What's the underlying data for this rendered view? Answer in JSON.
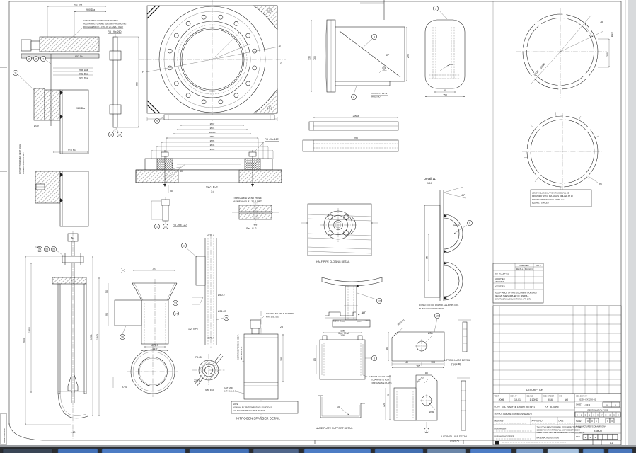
{
  "window": {
    "doc_margin_number": "01193-CX3250-01"
  },
  "colors": {
    "line": "#1c1c1c",
    "paper": "#ffffff",
    "taskbar": "#2c2e31",
    "accent_blue": "#4d7cc4"
  },
  "balloons": {
    "2": "2",
    "3": "3",
    "4": "4",
    "5": "5",
    "6": "6",
    "7": "7",
    "9": "9",
    "10": "10",
    "11": "11",
    "12": "12",
    "13": "13",
    "14": "14",
    "15": "15",
    "16": "16",
    "17": "17",
    "18": "18",
    "19": "19",
    "20": "20",
    "21": "21",
    "22": "22",
    "24": "24",
    "25": "25",
    "26": "26"
  },
  "notes": {
    "seating": [
      "CONCENTRIC CONTINUOUS SEATING",
      "ACCORDING TO ASME B16.5 WITH RESULTING",
      "ROUGHNESS 3.2-6.3 (63-03 µin AARH) ONLY"
    ],
    "vent_rot": [
      "1/2\" NPT THREADED VENT HOLE",
      "ASME/ANSI B1.20.1 NPT"
    ],
    "vent": [
      "THREADED VENT HOLE",
      "ASME/ANSI B1.20.1 NPT"
    ],
    "bolts": [
      "FOR BOLTS 1/2\"x2\"",
      "W/HEX NUT"
    ],
    "insulation": [
      "LENGTH (L) INSULATION RING SHALL BE",
      "PROVIDED W/ 7x6 DIA HOLES DRILLED AT 10",
      "FROM EXTERNAL EDGE AT 250 mm",
      "EQUALLY SPACED"
    ],
    "half_pipe": [
      "1 (ONE) 63.5 O.D. 3.91 THK. HALF PIPE COIL",
      "85 PITCH RIGHT WRAPPED"
    ],
    "rivets": [
      "4-Ø3 DIA HOLES FOR",
      "3 DIA RIVETS FOR",
      "FIXING NAME PLATE"
    ],
    "sparger_adapter": [
      "1/2\" NPT HEX NPT-M ADAPTER",
      "MAT. 316L S.S."
    ],
    "sparger_media": [
      "SINTERED POROUS MEDIA",
      "MAT. 316L S.S."
    ],
    "sparger_flat": [
      "FLAT END",
      "MAT. 316L S.S."
    ],
    "sparger_note": [
      "NOTE:",
      "NOMINAL FILTRATION RATING LIQUID/GAS:",
      "0.05 MICRON ABSOLUTE 8 MICRON"
    ]
  },
  "captions": {
    "sec_ff": "Sec. F-F",
    "sec_gg": "Sec. G-G",
    "sec_ee": "Sec E-E",
    "sec_hh": "Sec. H-H",
    "sec_mm": "Sec. M-M",
    "detail_11": "Detail 11",
    "half_pipe_closing": "HALF PIPE CLOSING DETAIL",
    "nitrogen_sparger": "NITROGEN SPARGER DETAIL",
    "name_plate_support": "NAME PLATE SUPPORT DETAIL",
    "lifting_lugs": "LIFTING LUGS DETAIL",
    "type_a": "(Type A)",
    "type_b": "(Type B)",
    "scale_110": "1:10",
    "scale_14": "1:4",
    "n4": "N4"
  },
  "dims": {
    "d992": "992 Dia",
    "d990": "990 Dia",
    "stud_thread": "7/8 - 9 x 260",
    "d260": "260",
    "d952": "952 Dia",
    "d936": "936 Dia",
    "d932": "932 Dia",
    "d922": "922 Dia",
    "d920": "920 Dia",
    "d910": "910 Dia",
    "d79": "Ø79",
    "d567": "Ø567",
    "d601": "Ø601",
    "d6516": "Ø651.6",
    "d758": "Ø758",
    "d785": "Ø785",
    "d835": "Ø835",
    "d900": "Ø900",
    "thread78": "7/8 - 9 x 120°",
    "a30": "30°",
    "a15": "15°",
    "d8": "Ø8",
    "secF": "F",
    "secG": "G",
    "d705": "705",
    "d735": "735",
    "a45": "45°",
    "d2968": "296.8",
    "d290": "290",
    "d150": "150",
    "d90": "90",
    "a78": "78",
    "d10": "Ø10",
    "d250": "250",
    "d890": "Ø890",
    "d920r": "Ø920",
    "d6": "Ø6",
    "d85": "85",
    "d635": "Ø63.5",
    "d60": "60",
    "d2000": "2000",
    "d1800": "1800",
    "d1961": "1961",
    "d1943": "1943",
    "d170": "170",
    "d185": "185",
    "d779": "Ø77.9",
    "d982": "98.2",
    "d50": "50",
    "d95": "95",
    "d704": "Ø70.4",
    "d5187": "Ø51.87",
    "d502": "Ø50.2",
    "npt12": "1/2\" NPT",
    "d974": "97.4",
    "d7845": "78.45",
    "d2375": "23.75",
    "d190": "190",
    "d25": "25",
    "d60b": "Ø60",
    "d155": "155",
    "d146": "146",
    "d85b": "85",
    "d15": "15",
    "r375": "R(37.5)",
    "d36": "Ø36",
    "d103": "103",
    "d165": "165",
    "d80": "80",
    "d90b": "90",
    "d120": "120",
    "d40": "40"
  },
  "approval": {
    "checked": "CHECKED",
    "date": "DATE",
    "met": "METALL.",
    "mach": "MACHIN.",
    "rows": [
      "NOT ACCEPTED",
      "ACCEPTED",
      "AS NOTED",
      "ACCEPTED"
    ],
    "note": [
      "ACCEPTANCE OF THIS DOCUMENT DOES NOT",
      "RELIEVE THE SUPPLIER OF HIS FULL",
      "CONTRACTUAL OBLIGATIONS. (PR 167)"
    ]
  },
  "revision_table": {
    "description": "DESCRIPTION"
  },
  "title_block": {
    "header_cells": [
      {
        "h": "YEAR",
        "v": "2005"
      },
      {
        "h": "REV. Nº",
        "v": "19-01"
      },
      {
        "h": "SCALE",
        "v": "1:10ND"
      },
      {
        "h": "JOB ORDER",
        "v": "9/16"
      },
      {
        "h": "PG.",
        "v": "NO"
      }
    ],
    "plant_label": "PLANT",
    "plant": "COL PLANT NL 185 JP2 200 K3Y1",
    "job_label": "JOB",
    "job": "D-03250",
    "service_label": "SERVICE",
    "service": "GREASE DRUM (ASSEMBLY)",
    "design_label": "DESIGN BY",
    "approved_label": "APPROVED",
    "date_label": "DATE",
    "purchaser_label": "PURCHASER",
    "purchasing_order_label": "PURCHASING ORDER",
    "material_req_label": "MATERIAL REQUISITION",
    "confidential": [
      "THIS DOCUMENT IS SUPPLIED SUBJECT TO THE",
      "CONDITION THAT IT SHALL NOT BE COPIED OR",
      "USED IN ANY WAY DETRIMENTAL TO OUR INTEREST."
    ],
    "cdl_label": "CDL DWG Nº",
    "cdl_number": "01193-CX3250-01",
    "sheet_label": "SHEET",
    "sheet_value": "1 OF 2",
    "sheet_boxes": [
      "0",
      "5"
    ],
    "id_label": "IDENTIFICATION CODE",
    "id_cells": [
      "2",
      "2",
      "5",
      "1",
      "K",
      "3",
      "Y",
      "D",
      "2",
      "5",
      "3"
    ],
    "sheet2_label": "SHEET",
    "sheet2_cells": [
      "0",
      "0",
      "1"
    ],
    "rev2_cells": [
      "0",
      "3"
    ],
    "mfg_label": "MANUFACTURER'S DRAWING Nº",
    "mfg_number": "24902",
    "rev_label": "REV.",
    "rev_cells": [
      "1",
      "2",
      "3"
    ],
    "size": "A1"
  }
}
